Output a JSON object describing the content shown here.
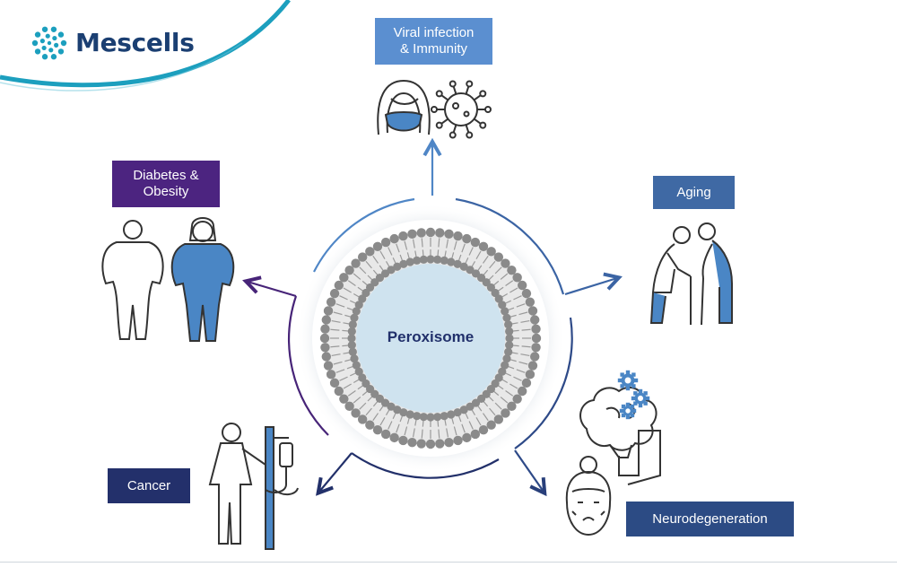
{
  "brand": {
    "name": "Mescells"
  },
  "center": {
    "label": "Peroxisome"
  },
  "conditions": [
    {
      "id": "viral",
      "label": "Viral infection\n& Immunity",
      "color": "#5b8fd0"
    },
    {
      "id": "aging",
      "label": "Aging",
      "color": "#3f69a4"
    },
    {
      "id": "neuro",
      "label": "Neurodegeneration",
      "color": "#2c4b84"
    },
    {
      "id": "cancer",
      "label": "Cancer",
      "color": "#23306b"
    },
    {
      "id": "diabetes",
      "label": "Diabetes &\nObesity",
      "color": "#4c2480"
    }
  ],
  "colors": {
    "accent_teal": "#1c9fbe",
    "brand_navy": "#1b3f72",
    "membrane_gray": "#8a8a8a",
    "lumen": "#cfe3ef",
    "figure_blue": "#4a86c5"
  },
  "icons": [
    "logo-icon",
    "masked-woman-icon",
    "virus-icon",
    "elderly-couple-icon",
    "brain-gears-icon",
    "elderly-woman-icon",
    "iv-patient-icon",
    "obese-couple-icon"
  ]
}
